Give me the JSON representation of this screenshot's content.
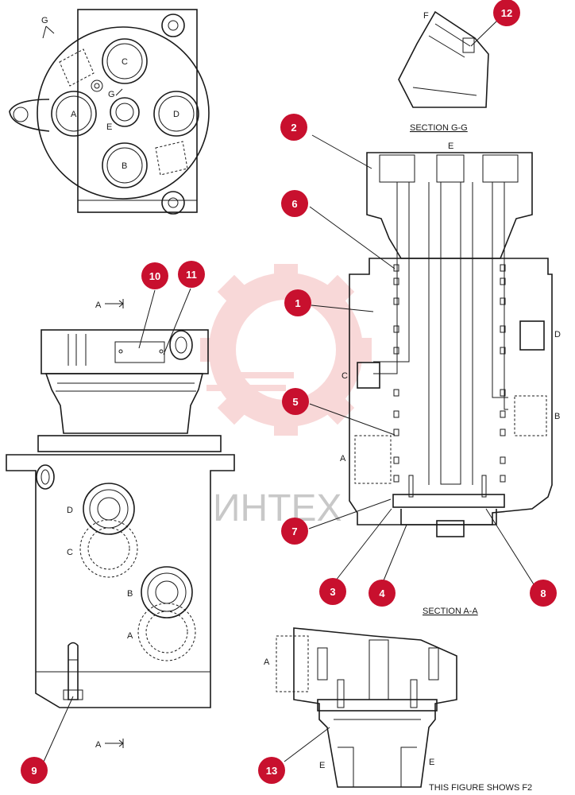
{
  "colors": {
    "callout_fill": "#c8102e",
    "line": "#1a1a1a",
    "watermark_gear": "#f4b9b9",
    "watermark_text": "#c8c8c8"
  },
  "watermark": {
    "text": "ИНТЕХ"
  },
  "section_titles": {
    "gg": "SECTION  G-G",
    "aa": "SECTION  A-A"
  },
  "footer_note": "THIS FIGURE SHOWS  F2",
  "view_labels": {
    "top_g": "G",
    "top_g_arrow": "G",
    "port_a": "A",
    "port_b": "B",
    "port_c": "C",
    "port_d": "D",
    "port_e": "E",
    "detail_f": "F",
    "gg_e": "E",
    "gg_d": "D",
    "gg_b": "B",
    "gg_c": "C",
    "gg_a": "A",
    "side_d": "D",
    "side_c": "C",
    "side_b": "B",
    "side_a": "A",
    "arrow_a_top": "A",
    "arrow_a_bottom": "A",
    "aa_a": "A",
    "aa_e_left": "E",
    "aa_e_right": "E"
  },
  "callouts": [
    "1",
    "2",
    "3",
    "4",
    "5",
    "6",
    "7",
    "8",
    "9",
    "10",
    "11",
    "12",
    "13"
  ]
}
